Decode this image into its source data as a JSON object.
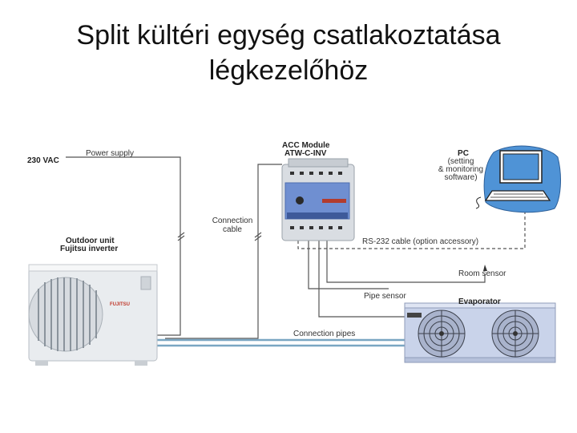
{
  "title": {
    "line1": "Split kültéri egység csatlakoztatása",
    "line2": "légkezelőhöz"
  },
  "diagram": {
    "supply_voltage": "230 VAC",
    "power_supply": "Power supply",
    "outdoor_unit_line1": "Outdoor unit",
    "outdoor_unit_line2": "Fujitsu inverter",
    "outdoor_brand": "FUJITSU",
    "module_line1": "ACC Module",
    "module_line2": "ATW-C-INV",
    "connection_cable_line1": "Connection",
    "connection_cable_line2": "cable",
    "pc_line1": "PC",
    "pc_line2": "(setting",
    "pc_line3": "& monitoring",
    "pc_line4": "software)",
    "rs232": "RS-232 cable (option accessory)",
    "room_sensor": "Room sensor",
    "pipe_sensor": "Pipe sensor",
    "evaporator": "Evaporator",
    "connection_pipes": "Connection pipes"
  },
  "colors": {
    "wire": "#555555",
    "pipe": "#7aa6c2",
    "unit_body": "#e9ecef",
    "evaporator_body": "#c9d3ea",
    "module_panel": "#6f8fd1",
    "pc_blob": "#4f93d6"
  }
}
